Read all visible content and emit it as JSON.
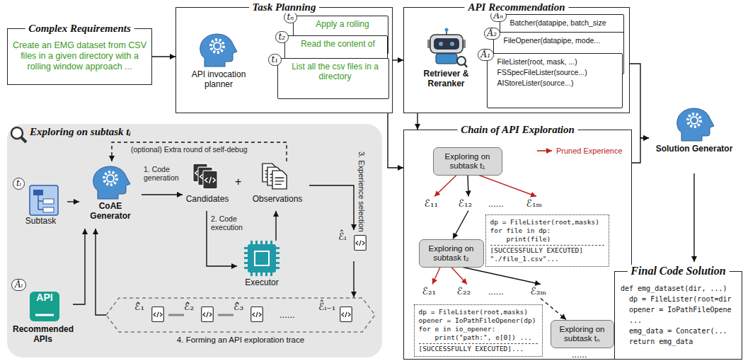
{
  "diagram": {
    "nodes": [
      {
        "text": [
          "Complex Requirements",
          "Create an EMG dataset from CSV files in a given directory with a rolling window approach ..."
        ]
      },
      {
        "text": [
          "Task Planning"
        ]
      },
      {
        "text": [
          "API invocation planner"
        ],
        "in": 1
      },
      {
        "text": [
          "tₙ",
          "Apply a rolling"
        ],
        "in": 1
      },
      {
        "text": [
          "t₂",
          "Read the content of"
        ],
        "in": 1
      },
      {
        "text": [
          "t₁",
          "List all the csv files in a directory"
        ],
        "in": 1
      },
      {
        "text": [
          "API Recommendation"
        ]
      },
      {
        "text": [
          "Retriever & Reranker"
        ],
        "in": 6
      },
      {
        "text": [
          "Âₙ",
          "Batcher(datapipe, batch_size"
        ],
        "in": 6
      },
      {
        "text": [
          "Â₂",
          "FileOpener(datapipe, mode..."
        ],
        "in": 6
      },
      {
        "text": [
          "Â₁",
          "FileLister(root, mask, ...)",
          "FSSpecFileLister(source...)",
          "AIStoreLister(source...)"
        ],
        "in": 6
      },
      {
        "text": [
          "Solution Generator"
        ]
      },
      {
        "text": [
          "Exploring on subtask tᵢ"
        ]
      },
      {
        "text": [
          "tᵢ",
          "Subtask"
        ],
        "in": 12
      },
      {
        "text": [
          "CoAE Generator"
        ],
        "in": 12
      },
      {
        "text": [
          "Candidates"
        ],
        "in": 12
      },
      {
        "text": [
          "Observations"
        ],
        "in": 12
      },
      {
        "text": [
          "Executor"
        ],
        "in": 12
      },
      {
        "text": [
          "ℰ̂ᵢ"
        ],
        "in": 12
      },
      {
        "text": [
          "Âᵢ",
          "API",
          "Recommended APIs"
        ],
        "in": 12
      },
      {
        "text": [
          "4. Forming an API exploration trace"
        ],
        "in": 12
      },
      {
        "text": [
          "ℰ̂₁"
        ],
        "in": 20
      },
      {
        "text": [
          "ℰ̂₂"
        ],
        "in": 20
      },
      {
        "text": [
          "ℰ̂₃"
        ],
        "in": 20
      },
      {
        "text": [
          "ℰ̂ᵢ₋₁"
        ],
        "in": 20
      },
      {
        "text": [
          "Chain of API Exploration"
        ]
      },
      {
        "text": [
          "Exploring on subtask t₁"
        ],
        "in": 25
      },
      {
        "text": [
          "ℰ₁₁"
        ],
        "in": 25
      },
      {
        "text": [
          "ℰ₁₂"
        ],
        "in": 25
      },
      {
        "text": [
          "ℰ₁ₘ"
        ],
        "in": 25
      },
      {
        "text": [
          "dp = FileLister(root,masks)",
          "for file in dp:",
          "    print(file)",
          "[SUCCESSFULLY EXECUTED]",
          "\"./file_1.csv\"..."
        ],
        "in": 25
      },
      {
        "text": [
          "Exploring on subtask t₂"
        ],
        "in": 25
      },
      {
        "text": [
          "ℰ₂₁"
        ],
        "in": 25
      },
      {
        "text": [
          "ℰ₂₂"
        ],
        "in": 25
      },
      {
        "text": [
          "ℰ₂ₘ"
        ],
        "in": 25
      },
      {
        "text": [
          "dp = FileLister(root,masks)",
          "opener = IoPathFileOpener(dp)",
          "for e in io_opener:",
          "    print(\"path:\", e[0]) ...",
          "[SUCCESSFULLY EXECUTED]..."
        ],
        "in": 25
      },
      {
        "text": [
          "Exploring on subtask tₙ"
        ],
        "in": 25
      },
      {
        "text": [
          "Final Code Solution",
          "def emg_dataset(dir, ...)",
          "  dp = FileLister(root=dir",
          "  opener = IoPathFileOpene",
          "  ...",
          "  emg_data = Concater(...",
          "  return emg_data"
        ]
      }
    ],
    "edges": [
      {
        "from": 0,
        "to": 1,
        "arrow": "to"
      },
      {
        "from": 1,
        "to": 6,
        "arrow": "to"
      },
      {
        "from": 1,
        "to": 25,
        "arrow": "to"
      },
      {
        "from": 6,
        "to": 25,
        "arrow": "to"
      },
      {
        "from": 6,
        "to": 11,
        "arrow": "to"
      },
      {
        "from": 25,
        "to": 11,
        "arrow": "to"
      },
      {
        "from": 11,
        "to": 37,
        "arrow": "to"
      },
      {
        "from": 13,
        "to": 14,
        "arrow": "to"
      },
      {
        "from": 19,
        "to": 14,
        "arrow": "to"
      },
      {
        "from": 14,
        "to": 15,
        "arrow": "to",
        "label": "1. Code generation"
      },
      {
        "from": 15,
        "to": 17,
        "arrow": "to",
        "label": "2. Code execution"
      },
      {
        "from": 17,
        "to": 16,
        "arrow": "to"
      },
      {
        "from": 16,
        "to": 18,
        "arrow": "to",
        "label": "3. Experience selection"
      },
      {
        "from": 18,
        "to": 20,
        "arrow": "to"
      },
      {
        "from": 20,
        "to": 14,
        "arrow": "to"
      },
      {
        "from": 16,
        "to": 14,
        "arrow": "to",
        "label": "(optional) Extra round of self-debug"
      },
      {
        "from": 21,
        "to": 22,
        "arrow": "none"
      },
      {
        "from": 22,
        "to": 23,
        "arrow": "none"
      },
      {
        "from": 26,
        "to": 27,
        "arrow": "to"
      },
      {
        "from": 26,
        "to": 28,
        "arrow": "to"
      },
      {
        "from": 26,
        "to": 29,
        "arrow": "to"
      },
      {
        "from": 28,
        "to": 31,
        "arrow": "to"
      },
      {
        "from": 31,
        "to": 32,
        "arrow": "to"
      },
      {
        "from": 31,
        "to": 33,
        "arrow": "to"
      },
      {
        "from": 31,
        "to": 34,
        "arrow": "to"
      },
      {
        "from": 34,
        "to": 36,
        "arrow": "to"
      }
    ],
    "labels": [
      "+",
      "......",
      "......",
      "......",
      "......"
    ],
    "legend": [
      {
        "text": "Pruned Experience"
      }
    ]
  }
}
